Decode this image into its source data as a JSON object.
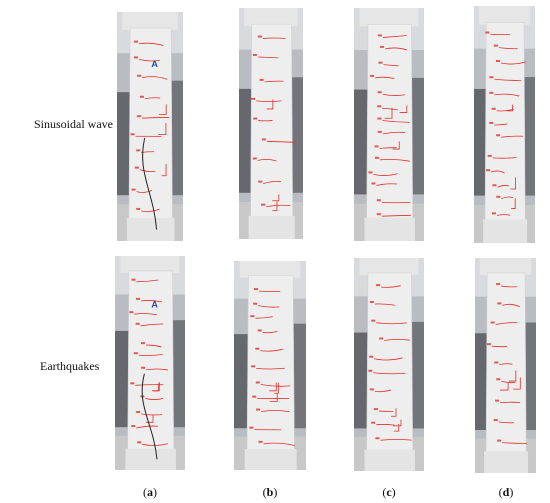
{
  "rows": [
    {
      "label": "Sinusoidal wave"
    },
    {
      "label": "Earthquakes"
    }
  ],
  "captions": [
    {
      "open": "(",
      "letter": "a",
      "close": ")"
    },
    {
      "open": "(",
      "letter": "b",
      "close": ")"
    },
    {
      "open": "(",
      "letter": "c",
      "close": ")"
    },
    {
      "open": "(",
      "letter": "d",
      "close": ")"
    }
  ],
  "colors": {
    "crack_marker": "#e0302a",
    "column_face": "#eeeeee",
    "lab_floor": "#c8c8c8",
    "steel_frame": "#3a3a40"
  },
  "panel_marks": {
    "0": "A",
    "4": "A"
  }
}
